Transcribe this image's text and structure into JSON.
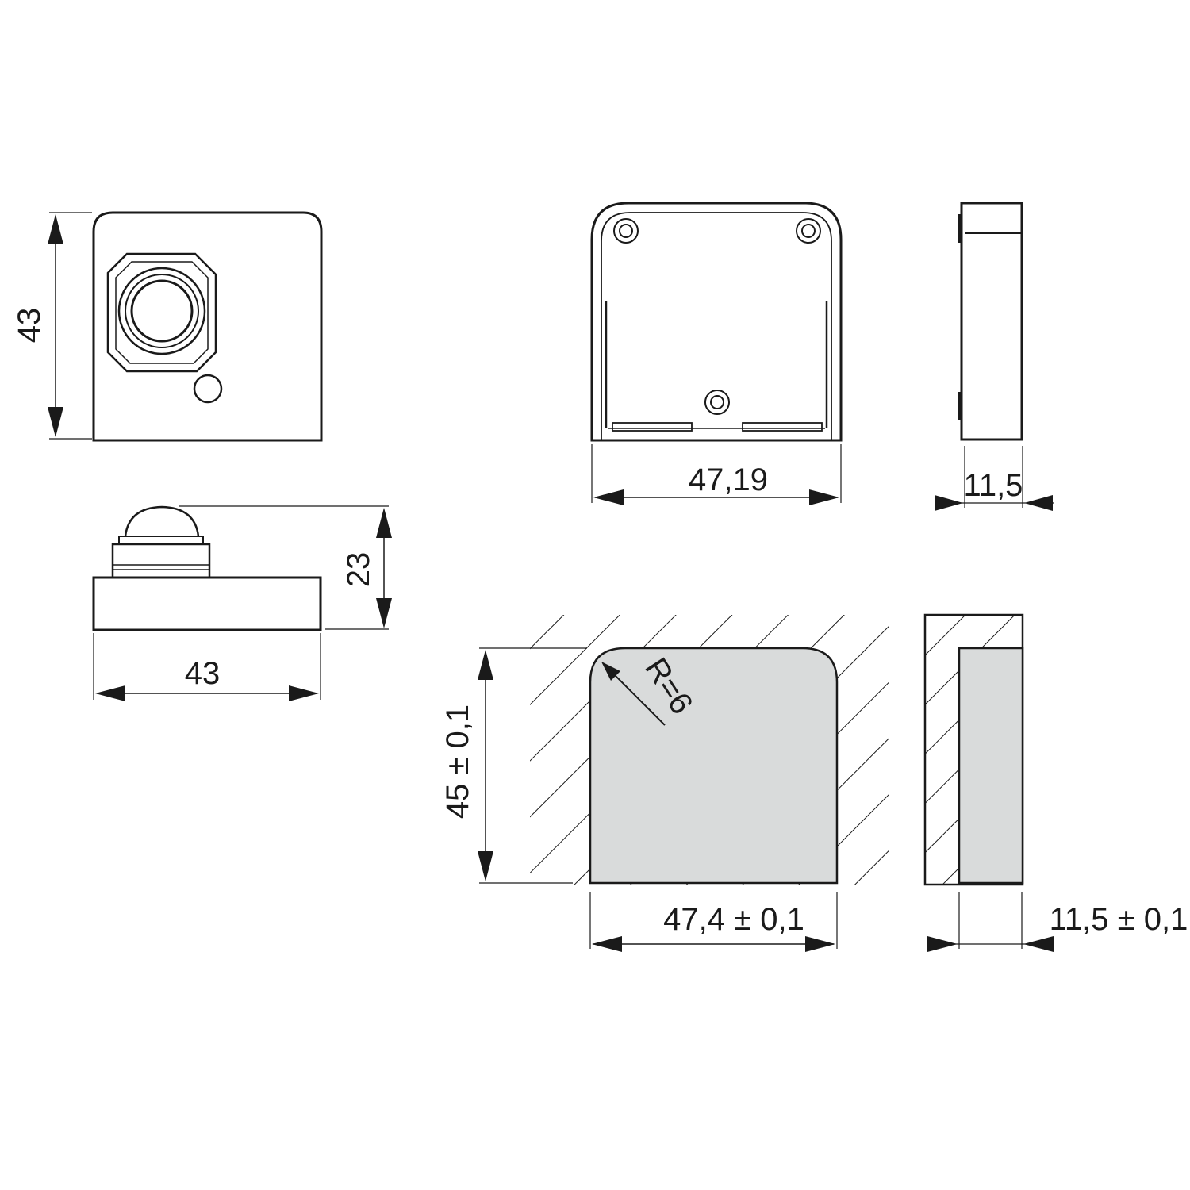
{
  "colors": {
    "line": "#1a1a1a",
    "cutout_fill": "#d9dbdb",
    "background": "#ffffff"
  },
  "dimensions": {
    "front_height": "43",
    "front_width": "43",
    "side_height": "23",
    "back_width": "47,19",
    "back_depth": "11,5",
    "cutout_height": "45 ± 0,1",
    "cutout_width": "47,4 ± 0,1",
    "cutout_depth": "11,5 ± 0,1",
    "cutout_radius": "R=6"
  }
}
